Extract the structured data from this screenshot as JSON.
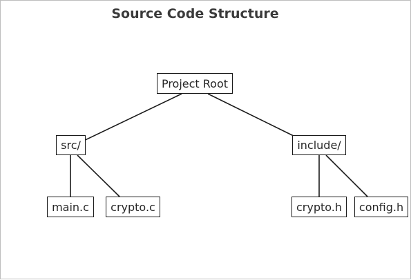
{
  "title": "Source Code Structure",
  "tree": {
    "root": "Project Root",
    "src": "src/",
    "include": "include/",
    "src_children": [
      "main.c",
      "crypto.c"
    ],
    "include_children": [
      "crypto.h",
      "config.h"
    ]
  },
  "colors": {
    "node_border": "#1a1a1a",
    "edge": "#1a1a1a",
    "text": "#262626",
    "title": "#3a3a3a",
    "frame": "#bdbdbd"
  }
}
